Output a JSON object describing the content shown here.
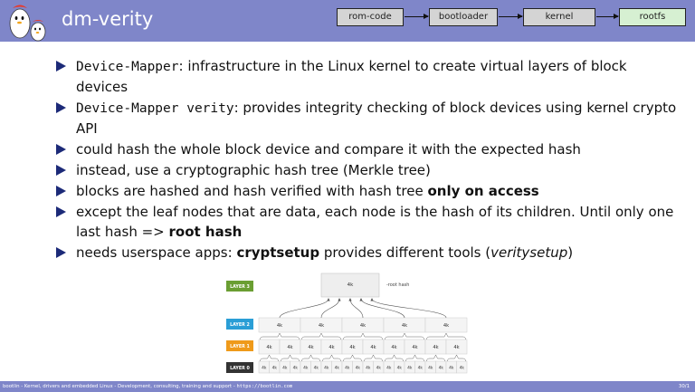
{
  "header": {
    "title": "dm-verity",
    "flow": [
      {
        "label": "rom-code",
        "active": false
      },
      {
        "label": "bootloader",
        "active": false
      },
      {
        "label": "kernel",
        "active": false
      },
      {
        "label": "rootfs",
        "active": true
      }
    ]
  },
  "bullets": [
    {
      "parts": [
        {
          "t": "Device-Mapper",
          "s": "mono"
        },
        {
          "t": ": infrastructure in the Linux kernel to create virtual layers of block devices"
        }
      ]
    },
    {
      "parts": [
        {
          "t": "Device-Mapper verity",
          "s": "mono"
        },
        {
          "t": ": provides integrity checking of block devices using kernel crypto API"
        }
      ]
    },
    {
      "parts": [
        {
          "t": "could hash the whole block device and compare it with the expected hash"
        }
      ]
    },
    {
      "parts": [
        {
          "t": "instead, use a cryptographic hash tree (Merkle tree)"
        }
      ]
    },
    {
      "parts": [
        {
          "t": "blocks are hashed and hash verified with hash tree "
        },
        {
          "t": "only on access",
          "s": "b"
        }
      ]
    },
    {
      "parts": [
        {
          "t": "except the leaf nodes that are data, each node is the hash of its children. Until only one last hash => "
        },
        {
          "t": "root hash",
          "s": "b"
        }
      ]
    },
    {
      "parts": [
        {
          "t": "needs userspace apps: "
        },
        {
          "t": "cryptsetup",
          "s": "b"
        },
        {
          "t": " provides different tools ("
        },
        {
          "t": "veritysetup",
          "s": "i"
        },
        {
          "t": ")"
        }
      ]
    }
  ],
  "diagram": {
    "layers": [
      {
        "label": "LAYER 3",
        "color": "#6a9e32",
        "count": 1
      },
      {
        "label": "LAYER 2",
        "color": "#2a9ed6",
        "count": 5
      },
      {
        "label": "LAYER 1",
        "color": "#ef9a1a",
        "count": 10
      },
      {
        "label": "LAYER 0",
        "color": "#333333",
        "count": 20
      }
    ],
    "block_label": "4k",
    "root_hash_label": "-root hash"
  },
  "footer": {
    "text": "bootlin - Kernel, drivers and embedded Linux - Development, consulting, training and support - ",
    "url": "https://bootlin.com",
    "page": "30/1"
  },
  "colors": {
    "header_bg": "#7f86c9",
    "bullet": "#1c2a78"
  }
}
